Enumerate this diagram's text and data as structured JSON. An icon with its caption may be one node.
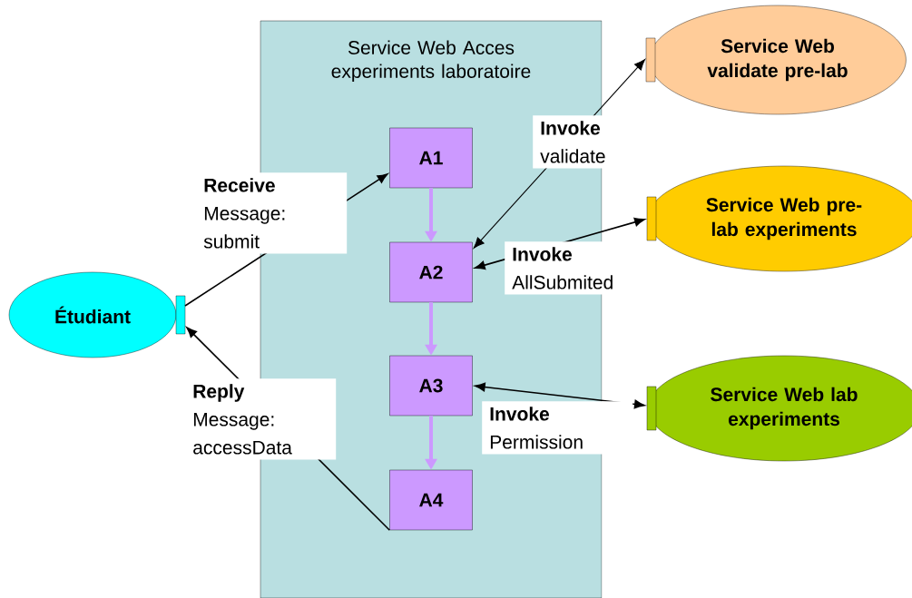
{
  "diagram": {
    "nodes": [
      {
        "text": [
          "Service Web Acces experiments laboratoire"
        ]
      },
      {
        "text": [
          "A1"
        ],
        "in": 0
      },
      {
        "text": [
          "A2"
        ],
        "in": 0
      },
      {
        "text": [
          "A3"
        ],
        "in": 0
      },
      {
        "text": [
          "A4"
        ],
        "in": 0
      },
      {
        "text": [
          "Étudiant"
        ]
      },
      {
        "text": [
          "Service Web validate pre-lab"
        ]
      },
      {
        "text": [
          "Service Web pre-lab experiments"
        ]
      },
      {
        "text": [
          "Service Web lab experiments"
        ]
      }
    ],
    "edges": [
      {
        "from": 5,
        "to": 1,
        "arrow": "to",
        "label": "**Receive** Message: submit"
      },
      {
        "from": 1,
        "to": 2,
        "arrow": "to",
        "style": "thick",
        "color": "#cc99ff"
      },
      {
        "from": 2,
        "to": 3,
        "arrow": "to",
        "style": "thick",
        "color": "#cc99ff"
      },
      {
        "from": 3,
        "to": 4,
        "arrow": "to",
        "style": "thick",
        "color": "#cc99ff"
      },
      {
        "from": 4,
        "to": 5,
        "arrow": "to",
        "label": "**Reply** Message: accessData"
      },
      {
        "from": 2,
        "to": 6,
        "arrow": "both",
        "label": "**Invoke** validate"
      },
      {
        "from": 2,
        "to": 7,
        "arrow": "both",
        "label": "**Invoke** AllSubmited"
      },
      {
        "from": 3,
        "to": 8,
        "arrow": "both",
        "label": "**Invoke** Permission"
      }
    ]
  }
}
